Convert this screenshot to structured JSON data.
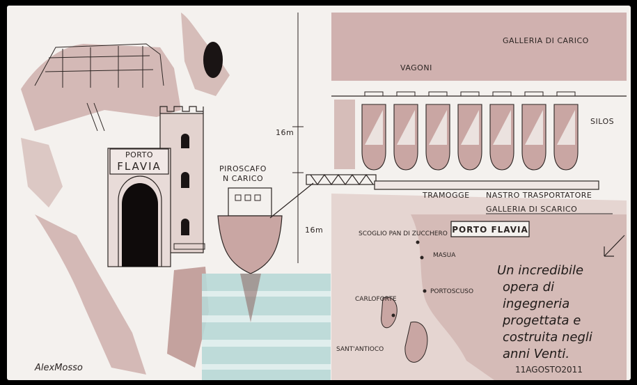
{
  "sketch": {
    "left": {
      "sign_top": "PORTO",
      "sign_main": "FLAVIA",
      "ship_label_line1": "PIROSCAFO",
      "ship_label_line2": "N CARICO",
      "signature": "AlexMosso"
    },
    "structure": {
      "gallery_top": "GALLERIA DI CARICO",
      "wagons": "VAGONI",
      "silos": "SILOS",
      "hoppers": "TRAMOGGE",
      "conveyor": "NASTRO TRASPORTATORE",
      "gallery_bottom": "GALLERIA DI SCARICO",
      "height_upper": "16m",
      "height_lower": "16m"
    },
    "map": {
      "title": "PORTO FLAVIA",
      "places": [
        "SCOGLIO PAN DI ZUCCHERO",
        "MASUA",
        "PORTOSCUSO",
        "CARLOFORTE",
        "SANT'ANTIOCO"
      ]
    },
    "note": {
      "lines": [
        "Un incredibile",
        "opera di",
        "ingegneria",
        "progettata e",
        "costruita negli",
        "anni Venti."
      ],
      "date": "11AGOSTO2011"
    },
    "colors": {
      "sepia_wash": "#c9a6a3",
      "dark_wash": "#8c6461",
      "water": "#b8d8d6",
      "ink": "#2b2422",
      "paper": "#f4f1ee"
    }
  }
}
